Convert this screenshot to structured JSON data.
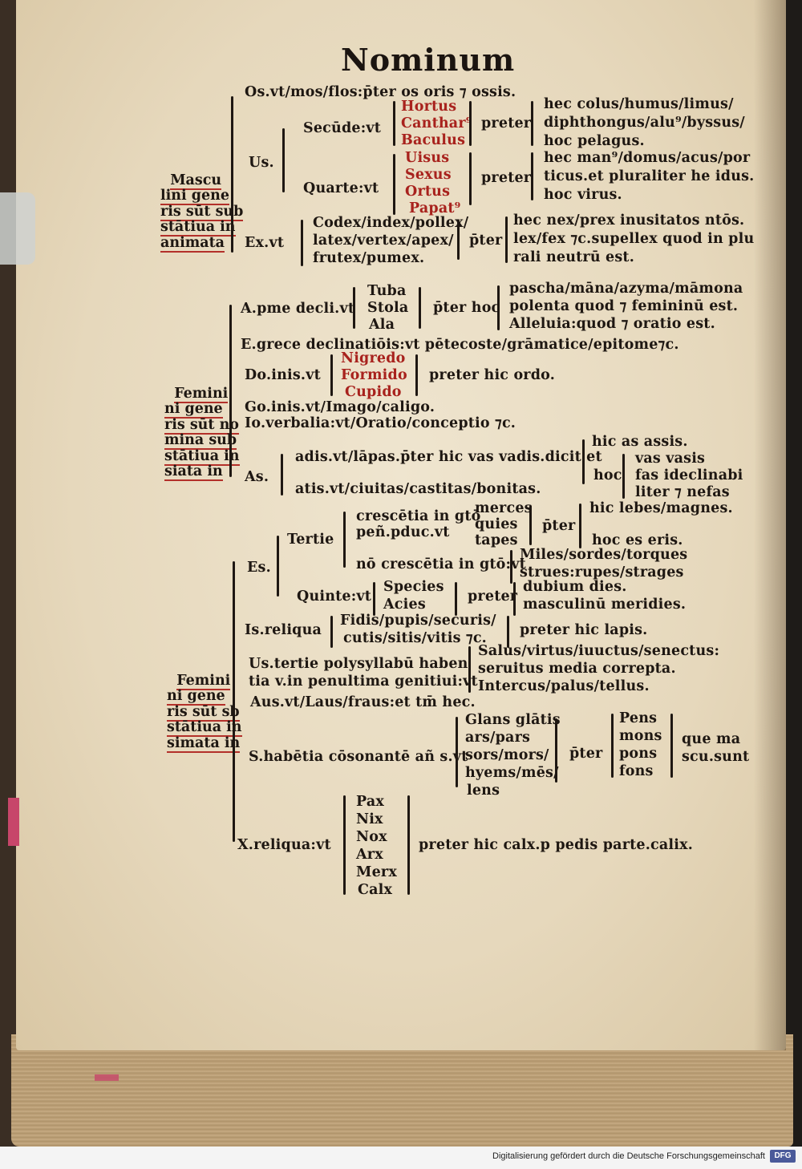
{
  "heading": "Nominum",
  "sections": {
    "masc": {
      "label": "Mascu\nlini gene\nris sūt sub\nstātiua in\nanimata",
      "os": "Os.vt/mos/flos:p̄ter os oris ⁊ ossis.",
      "us": "Us.",
      "secunde": "Secūde:vt",
      "sec_words": [
        "Hortus",
        "Canthar⁹",
        "Baculus"
      ],
      "preter1": "preter",
      "sec_exc": [
        "hec colus/humus/limus/",
        "diphthongus/alu⁹/byssus/",
        "hoc pelagus."
      ],
      "quarte": "Quarte:vt",
      "quart_words": [
        "Uisus",
        "Sexus",
        "Ortus",
        "Papat⁹"
      ],
      "preter2": "preter",
      "quart_exc": [
        "hec man⁹/domus/acus/por",
        "ticus.et pluraliter he idus.",
        "hoc virus."
      ],
      "ex": "Ex.vt",
      "ex_words": [
        "Codex/index/pollex/",
        "latex/vertex/apex/",
        "frutex/pumex."
      ],
      "preter3": "p̄ter",
      "ex_exc": [
        "hec nex/prex inusitatos ntōs.",
        "lex/fex ⁊c.supellex quod in plu",
        "rali neutrū est."
      ]
    },
    "fem1": {
      "label": "Femini\nni gene\nris sūt no\nmina sub\nstātiua in\nsiata in",
      "a": "A.pme decli.vt",
      "a_words": [
        "Tuba",
        "Stola",
        "Ala"
      ],
      "a_preter": "p̄ter hoc",
      "a_exc": [
        "pascha/māna/azyma/māmona",
        "polenta quod ⁊ femininū est.",
        "Alleluia:quod ⁊ oratio est."
      ],
      "e": "E.grece declinatiōis:vt pētecoste/grāmatice/epitome⁊c.",
      "do": "Do.inis.vt",
      "do_words": [
        "Nigredo",
        "Formido",
        "Cupido"
      ],
      "do_preter": "preter hic ordo.",
      "go": "Go.inis.vt/Imago/caligo.",
      "io": "Io.verbalia:vt/Oratio/conceptio ⁊c.",
      "as": "As.",
      "as1": "adis.vt/lāpas.p̄ter hic vas vadis.dicit et",
      "as2": "atis.vt/ciuitas/castitas/bonitas.",
      "as_hic": "hic as assis.",
      "as_hoc": "hoc",
      "as_hoc_items": [
        "vas vasis",
        "fas ideclinabi",
        "liter ⁊ nefas"
      ]
    },
    "fem2": {
      "label": "Femini\nni gene\nris sūt sb\nstātiua in\nsimata in",
      "es": "Es.",
      "tertie": "Tertie",
      "cresc1": [
        "crescētia in gtō",
        "peñ.pduc.vt"
      ],
      "cresc1_words": [
        "merces",
        "quies",
        "tapes"
      ],
      "preter_t": "p̄ter",
      "cresc1_exc": [
        "hic lebes/magnes.",
        "hoc es eris."
      ],
      "cresc2": "nō crescētia in gtō:vt",
      "cresc2_words": [
        "Miles/sordes/torques",
        "strues:rupes/strages"
      ],
      "quinte": "Quinte:vt",
      "quinte_words": [
        "Species",
        "Acies"
      ],
      "preter_q": "preter",
      "quinte_exc": [
        "dubium dies.",
        "masculinū meridies."
      ],
      "is": "Is.reliqua",
      "is_words": [
        "Fidis/pupis/securis/",
        "cutis/sitis/vitis ⁊c."
      ],
      "is_preter": "preter hic lapis.",
      "us": [
        "Us.tertie polysyllabū haben",
        "tia v.in penultima genitiui:vt"
      ],
      "us_words": [
        "Salus/virtus/iuuctus/senectus:",
        "seruitus media correpta.",
        "Intercus/palus/tellus."
      ],
      "aus": "Aus.vt/Laus/fraus:et tm̄ hec.",
      "s": "S.habētia cōsonantē añ s.vt",
      "s_words": [
        "Glans glātis",
        "ars/pars",
        "sors/mors/",
        "hyems/mēs/",
        "lens"
      ],
      "s_preter": "p̄ter",
      "s_exc": [
        "Pens",
        "mons",
        "pons",
        "fons"
      ],
      "s_tail": [
        "que ma",
        "scu.sunt"
      ],
      "x": "X.reliqua:vt",
      "x_words": [
        "Pax",
        "Nix",
        "Nox",
        "Arx",
        "Merx",
        "Calx"
      ],
      "x_preter": "preter hic calx.p pedis parte.calix."
    }
  },
  "footer": "Digitalisierung gefördert durch die Deutsche Forschungsgemeinschaft",
  "footer_logo": "DFG"
}
